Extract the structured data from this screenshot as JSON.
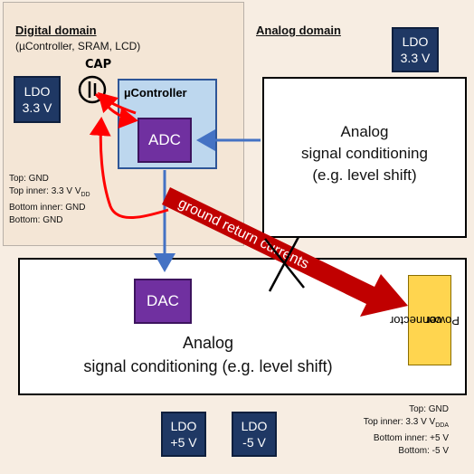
{
  "digital_domain": {
    "title": "Digital domain",
    "subtitle": "(µController, SRAM, LCD)"
  },
  "analog_domain": {
    "title": "Analog domain"
  },
  "ldo_digital": {
    "line1": "LDO",
    "line2": "3.3 V"
  },
  "ldo_analog": {
    "line1": "LDO",
    "line2": "3.3 V"
  },
  "cap_label": "CAP",
  "microcontroller": {
    "label": "µController"
  },
  "adc_label": "ADC",
  "dac_label": "DAC",
  "analog_upper": {
    "line1": "Analog",
    "line2": "signal conditioning",
    "line3": "(e.g. level shift)"
  },
  "analog_lower": {
    "line1": "Analog",
    "line2": "signal conditioning (e.g. level shift)"
  },
  "digital_stack": [
    {
      "text": "Top: GND"
    },
    {
      "text": "Top inner: 3.3 V V",
      "sub": "DD"
    },
    {
      "text": "Bottom inner: GND"
    },
    {
      "text": "Bottom: GND"
    }
  ],
  "analog_stack": [
    {
      "text": "Top: GND"
    },
    {
      "text": "Top inner: 3.3 V V",
      "sub": "DDA"
    },
    {
      "text": "Bottom inner: +5 V"
    },
    {
      "text": "Bottom: -5 V"
    }
  ],
  "power_connector": {
    "line1": "Power",
    "line2": "connector"
  },
  "ground_return_label": "ground return currents",
  "ldo_plus5": {
    "line1": "LDO",
    "line2": "+5 V"
  },
  "ldo_minus5": {
    "line1": "LDO",
    "line2": "-5 V"
  },
  "colors": {
    "arrow_blue": "#4472c4",
    "ground_arrow": "#c00000",
    "red_trace": "#ff0000",
    "ldo_fill": "#1f3864",
    "purple_fill": "#7030a0",
    "connector_fill": "#ffd54f"
  }
}
